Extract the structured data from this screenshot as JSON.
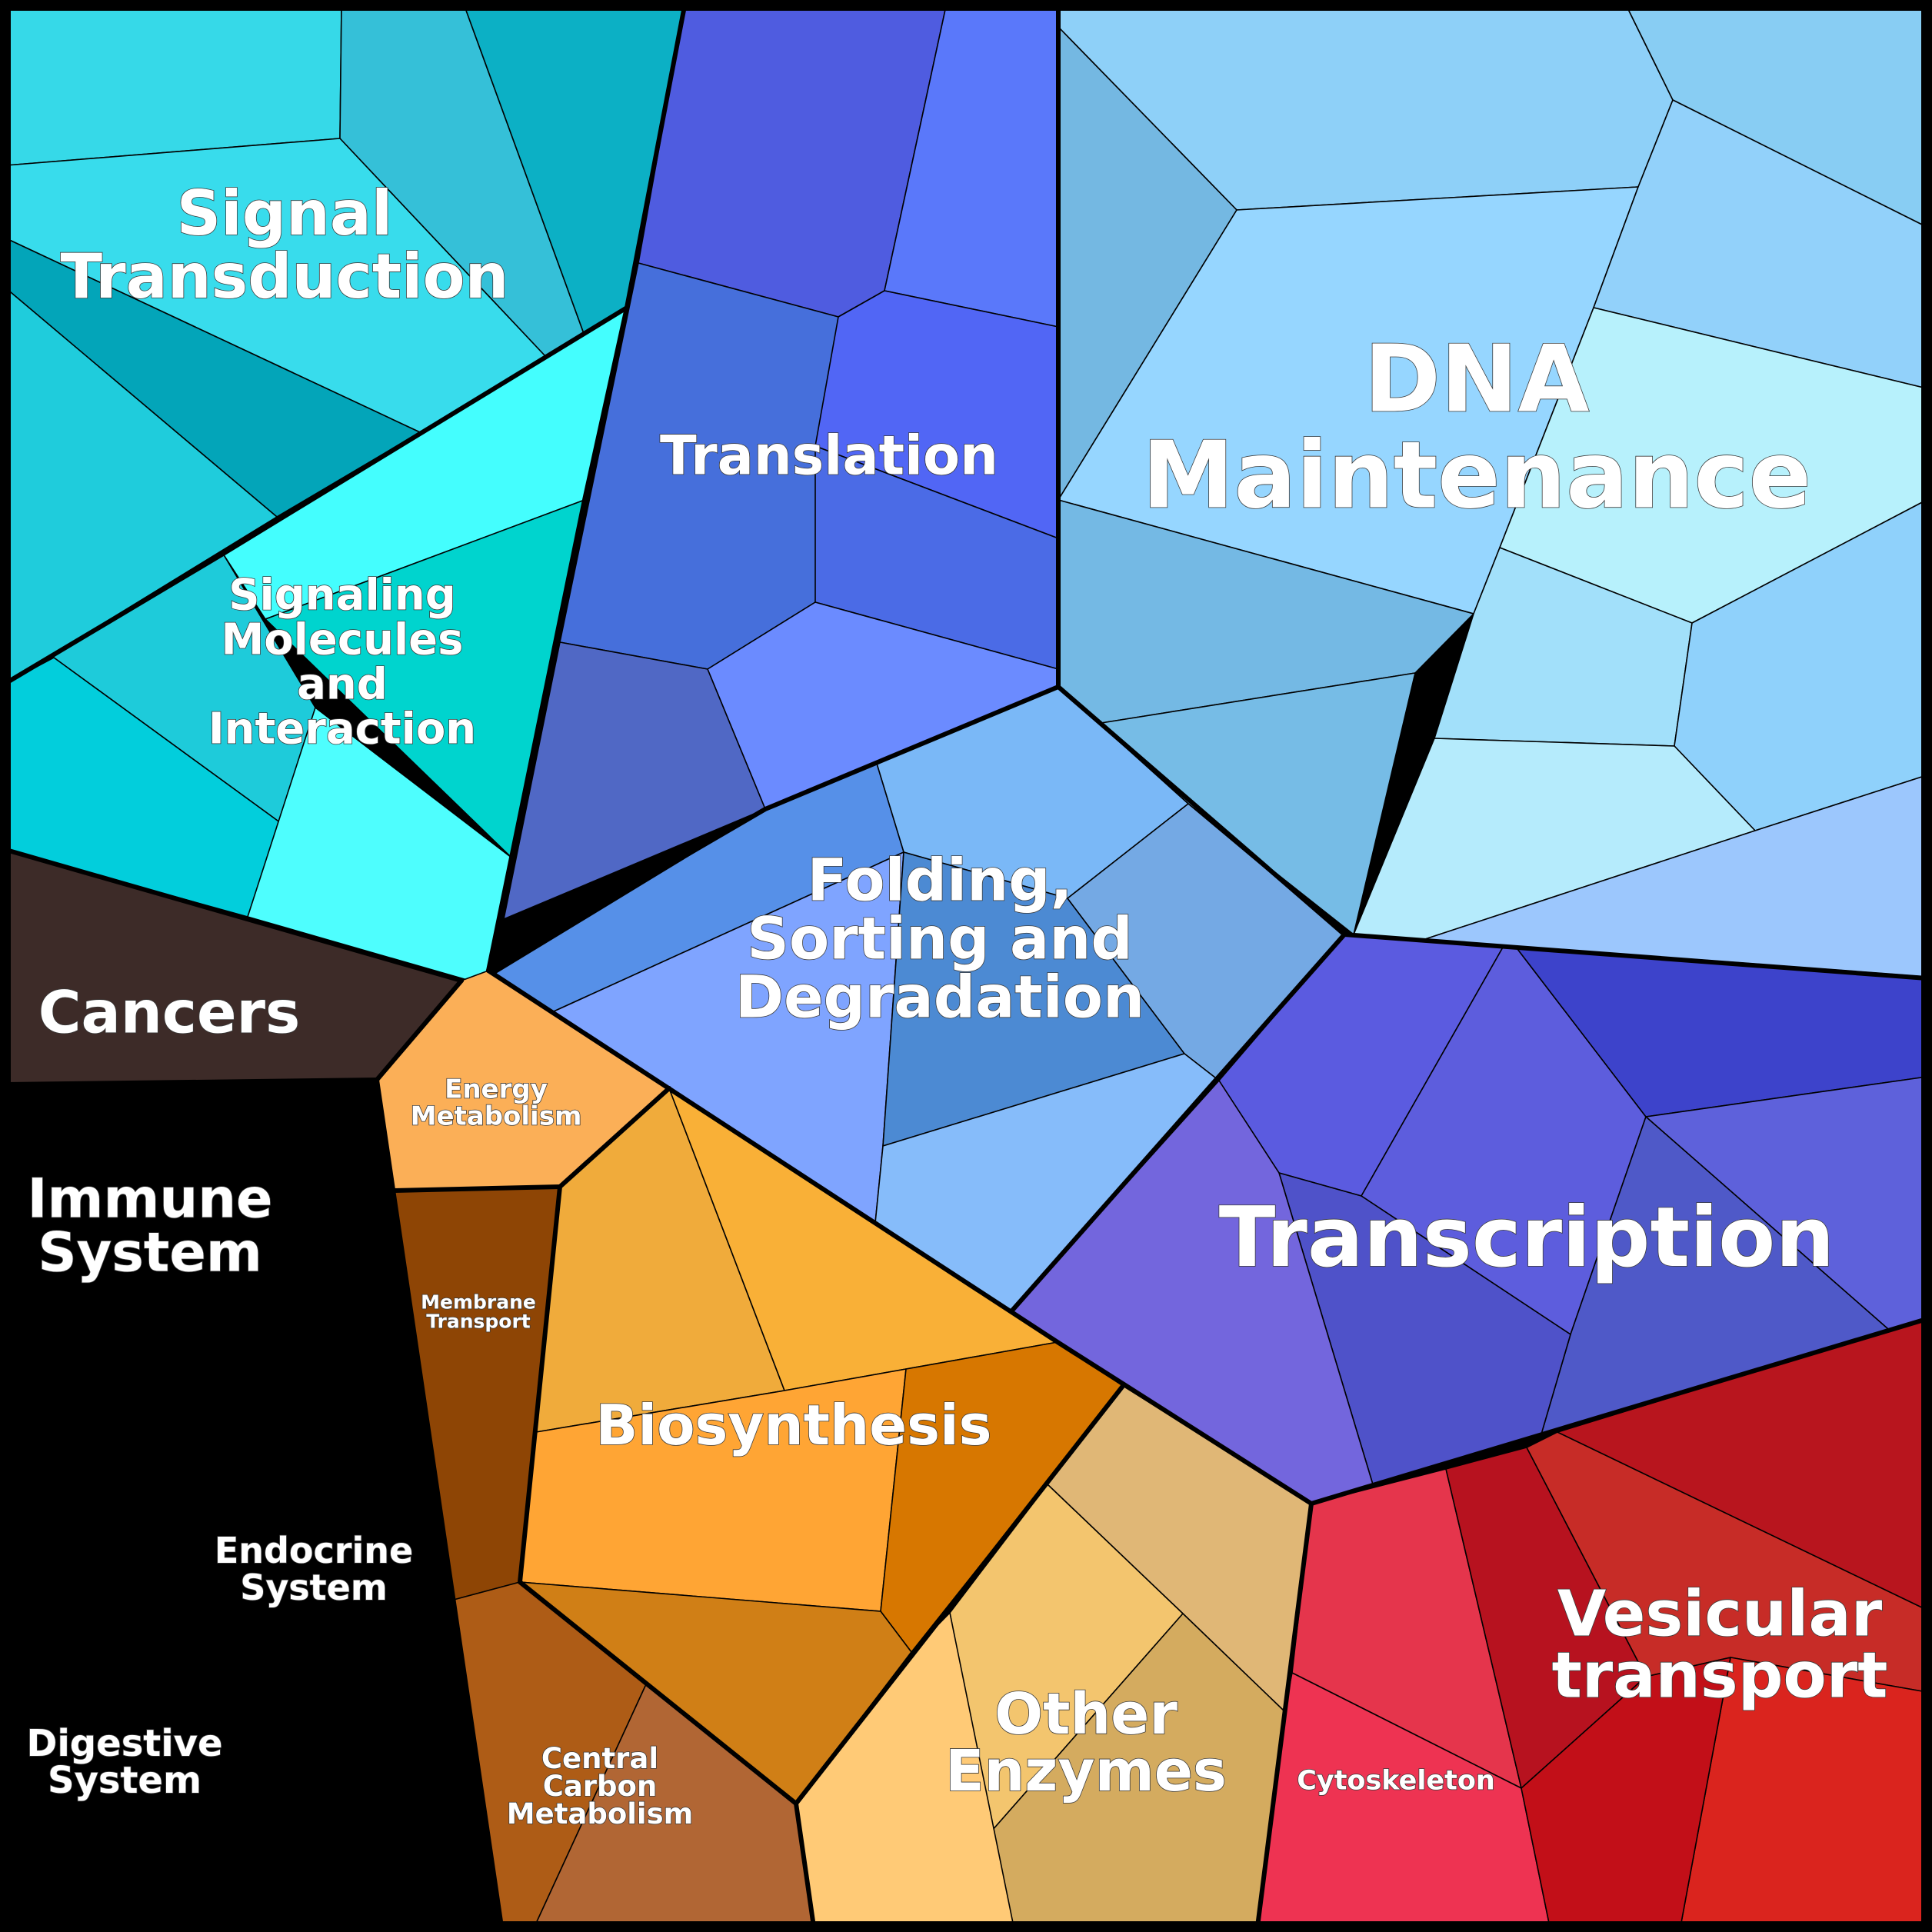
{
  "categories": [
    {
      "id": "signal-transduction",
      "lines": [
        "Signal",
        "Transduction"
      ],
      "color": "#36D9E8"
    },
    {
      "id": "signaling-molecules",
      "lines": [
        "Signaling",
        "Molecules",
        "and",
        "Interaction"
      ],
      "color": "#3FF2F2"
    },
    {
      "id": "translation",
      "lines": [
        "Translation"
      ],
      "color": "#4A6BE0"
    },
    {
      "id": "dna-maintenance",
      "lines": [
        "DNA",
        "Maintenance"
      ],
      "color": "#8FD0F8"
    },
    {
      "id": "folding-sorting",
      "lines": [
        "Folding,",
        "Sorting and",
        "Degradation"
      ],
      "color": "#6EA8F0"
    },
    {
      "id": "cancers",
      "lines": [
        "Cancers"
      ],
      "color": "#3D2B28"
    },
    {
      "id": "energy-metabolism",
      "lines": [
        "Energy",
        "Metabolism"
      ],
      "color": "#FBB058"
    },
    {
      "id": "membrane-transport",
      "lines": [
        "Membrane",
        "Transport"
      ],
      "color": "#8F4506"
    },
    {
      "id": "biosynthesis",
      "lines": [
        "Biosynthesis"
      ],
      "color": "#F5A030"
    },
    {
      "id": "transcription",
      "lines": [
        "Transcription"
      ],
      "color": "#5A5AE0"
    },
    {
      "id": "immune-system",
      "lines": [
        "Immune",
        "System"
      ],
      "color": "#B515B5"
    },
    {
      "id": "endocrine-system",
      "lines": [
        "Endocrine",
        "System"
      ],
      "color": "#E8359A"
    },
    {
      "id": "digestive-system",
      "lines": [
        "Digestive",
        "System"
      ],
      "color": "#E028AC"
    },
    {
      "id": "central-carbon-metabolism",
      "lines": [
        "Central",
        "Carbon",
        "Metabolism"
      ],
      "color": "#B06030"
    },
    {
      "id": "other-enzymes",
      "lines": [
        "Other",
        "Enzymes"
      ],
      "color": "#E8B868"
    },
    {
      "id": "cytoskeleton",
      "lines": [
        "Cytoskeleton"
      ],
      "color": "#E83050"
    },
    {
      "id": "vesicular-transport",
      "lines": [
        "Vesicular",
        "transport"
      ],
      "color": "#C8151F"
    }
  ]
}
